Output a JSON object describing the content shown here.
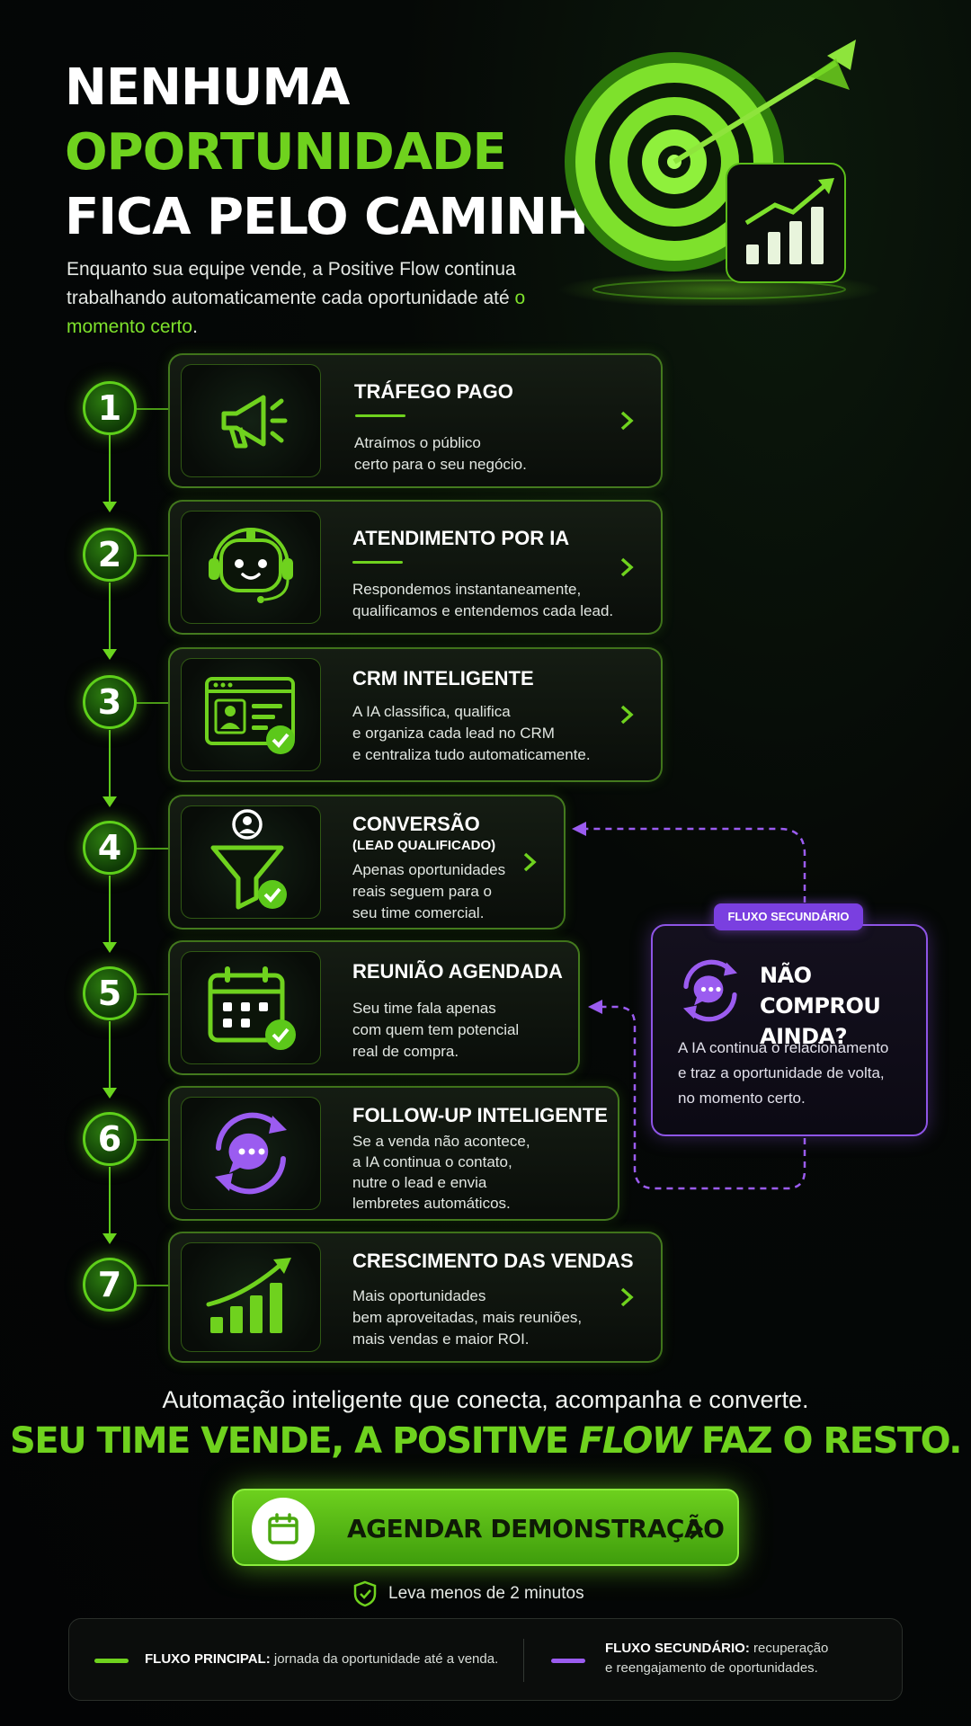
{
  "hero": {
    "line1": "NENHUMA",
    "line2": "OPORTUNIDADE",
    "line3": "FICA PELO CAMINHO",
    "line3_dot": ".",
    "subtitle_a": "Enquanto sua equipe vende, a Positive Flow continua trabalhando automaticamente cada oportunidade até ",
    "subtitle_hl": "o momento certo",
    "subtitle_end": "."
  },
  "steps": [
    {
      "number": "1",
      "title": "TRÁFEGO PAGO",
      "subtitle": "",
      "description": "Atraímos o público\ncerto para o seu negócio.",
      "icon": "megaphone-icon"
    },
    {
      "number": "2",
      "title": "ATENDIMENTO POR IA",
      "subtitle": "",
      "description": "Respondemos instantaneamente,\nqualificamos e entendemos cada lead.",
      "icon": "robot-headset-icon"
    },
    {
      "number": "3",
      "title": "CRM INTELIGENTE",
      "subtitle": "",
      "description": "A IA classifica, qualifica\ne organiza cada lead no CRM\ne centraliza tudo automaticamente.",
      "icon": "crm-profile-icon"
    },
    {
      "number": "4",
      "title": "CONVERSÃO",
      "subtitle": "(LEAD QUALIFICADO)",
      "description": "Apenas oportunidades\nreais seguem para o\nseu time comercial.",
      "icon": "funnel-icon"
    },
    {
      "number": "5",
      "title": "REUNIÃO AGENDADA",
      "subtitle": "",
      "description": "Seu time fala apenas\ncom quem tem potencial\nreal de compra.",
      "icon": "calendar-check-icon"
    },
    {
      "number": "6",
      "title": "FOLLOW-UP INTELIGENTE",
      "subtitle": "",
      "description": "Se a venda não acontece,\na IA continua o contato,\nnutre o lead e envia\nlembretes automáticos.",
      "icon": "chat-cycle-icon"
    },
    {
      "number": "7",
      "title": "CRESCIMENTO DAS VENDAS",
      "subtitle": "",
      "description": "Mais oportunidades\nbem aproveitadas, mais reuniões,\nmais vendas e maior ROI.",
      "icon": "growth-chart-icon"
    }
  ],
  "secondary": {
    "tag": "FLUXO SECUNDÁRIO",
    "title_1": "NÃO COMPROU",
    "title_2": "AINDA?",
    "description": "A IA continua o relacionamento\ne traz a oportunidade de volta,\nno momento certo."
  },
  "footer": {
    "tagline": "Automação inteligente que conecta, acompanha e converte.",
    "headline_a": "SEU TIME VENDE, A POSITIVE ",
    "headline_it": "FLOW",
    "headline_b": " FAZ O RESTO.",
    "cta_label": "AGENDAR DEMONSTRAÇÃO",
    "note": "Leva menos de 2 minutos"
  },
  "legend": {
    "primary_label": "FLUXO PRINCIPAL:",
    "primary_text": " jornada da oportunidade até a venda.",
    "secondary_label": "FLUXO SECUNDÁRIO:",
    "secondary_text_1": " recuperação",
    "secondary_text_2": "e reengajamento de oportunidades."
  },
  "colors": {
    "accent_green": "#6fd21e",
    "accent_purple": "#8e55e6",
    "background": "#050806"
  }
}
